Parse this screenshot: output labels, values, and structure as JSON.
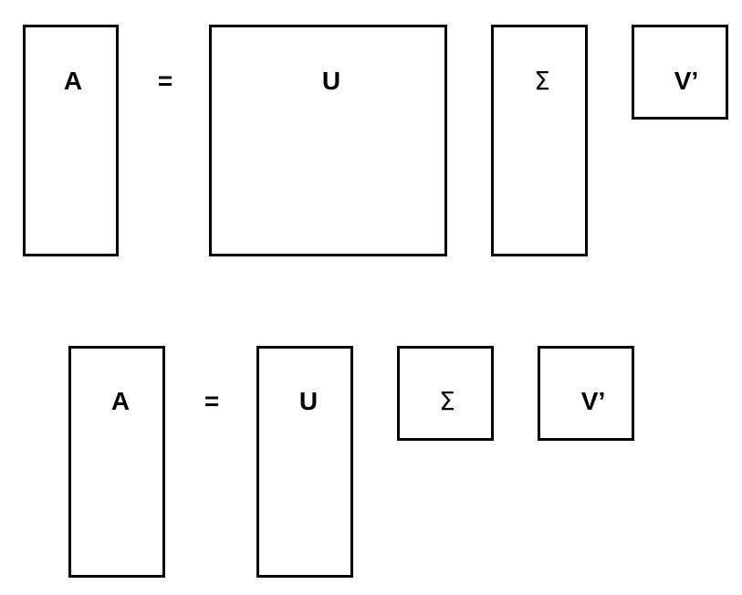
{
  "full_svd": {
    "a_label": "A",
    "equals": "=",
    "u_label": "U",
    "sigma_label": "Σ",
    "v_label": "V’"
  },
  "economy_svd": {
    "a_label": "A",
    "equals": "=",
    "u_label": "U",
    "sigma_label": "Σ",
    "v_label": "V’"
  },
  "colors": {
    "stroke": "#000000",
    "background": "#ffffff"
  }
}
